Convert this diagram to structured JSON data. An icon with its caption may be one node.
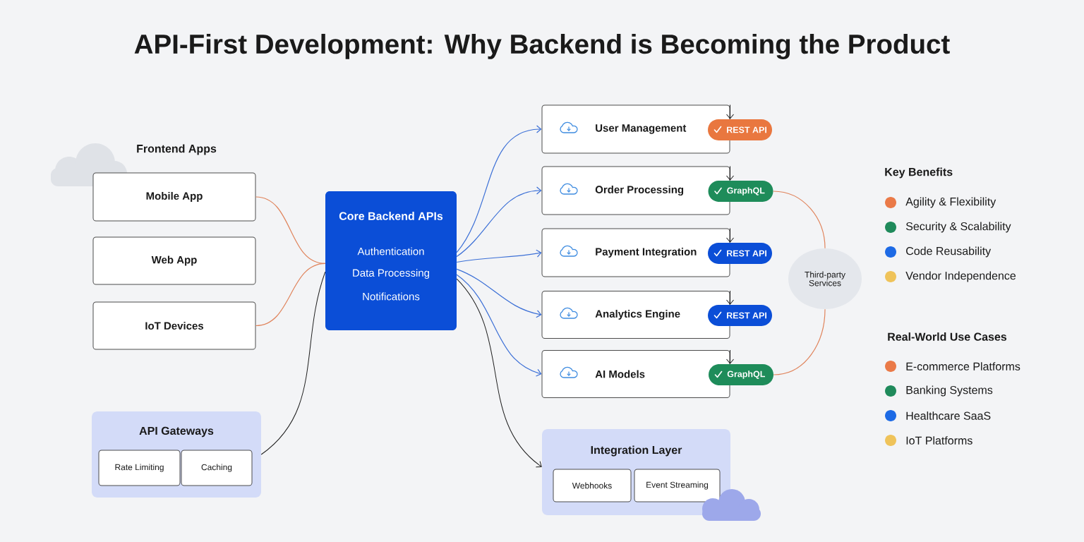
{
  "diagram": {
    "title": "API-First Development: Why Backend is Becoming the Product",
    "nodes": [
      {
        "text": [
          "Mobile App"
        ]
      },
      {
        "text": [
          "Web App"
        ]
      },
      {
        "text": [
          "IoT Devices"
        ]
      },
      {
        "text": [
          "API Gateways"
        ]
      },
      {
        "text": [
          "Rate Limiting"
        ],
        "in": 3
      },
      {
        "text": [
          "Caching"
        ],
        "in": 3
      },
      {
        "text": [
          "Core Backend APIs",
          "Authentication",
          "Data Processing",
          "Notifications"
        ]
      },
      {
        "text": [
          "User Management"
        ]
      },
      {
        "text": [
          "REST API"
        ]
      },
      {
        "text": [
          "Order Processing"
        ]
      },
      {
        "text": [
          "GraphQL"
        ]
      },
      {
        "text": [
          "Payment Integration"
        ]
      },
      {
        "text": [
          "REST API"
        ]
      },
      {
        "text": [
          "Analytics Engine"
        ]
      },
      {
        "text": [
          "REST API"
        ]
      },
      {
        "text": [
          "AI Models"
        ]
      },
      {
        "text": [
          "GraphQL"
        ]
      },
      {
        "text": [
          "Integration Layer"
        ]
      },
      {
        "text": [
          "Webhooks"
        ],
        "in": 17
      },
      {
        "text": [
          "Event Streaming"
        ],
        "in": 17
      },
      {
        "text": [
          "Third-party Services"
        ]
      }
    ],
    "edges": [
      {
        "from": 0,
        "to": 6,
        "arrow": "none",
        "color": "#e0845c"
      },
      {
        "from": 2,
        "to": 6,
        "arrow": "none",
        "color": "#e0845c"
      },
      {
        "from": 3,
        "to": 6,
        "arrow": "none"
      },
      {
        "from": 6,
        "to": 7,
        "arrow": "to",
        "color": "#3b6fd6"
      },
      {
        "from": 6,
        "to": 9,
        "arrow": "to",
        "color": "#3b6fd6"
      },
      {
        "from": 6,
        "to": 11,
        "arrow": "to",
        "color": "#3b6fd6"
      },
      {
        "from": 6,
        "to": 13,
        "arrow": "to",
        "color": "#3b6fd6"
      },
      {
        "from": 6,
        "to": 15,
        "arrow": "to",
        "color": "#3b6fd6"
      },
      {
        "from": 6,
        "to": 17,
        "arrow": "to"
      },
      {
        "from": 7,
        "to": 8,
        "arrow": "to"
      },
      {
        "from": 9,
        "to": 10,
        "arrow": "to"
      },
      {
        "from": 11,
        "to": 12,
        "arrow": "to"
      },
      {
        "from": 13,
        "to": 14,
        "arrow": "to"
      },
      {
        "from": 15,
        "to": 16,
        "arrow": "to"
      },
      {
        "from": 10,
        "to": 20,
        "arrow": "none",
        "color": "#e0845c"
      },
      {
        "from": 16,
        "to": 20,
        "arrow": "none",
        "color": "#e0845c"
      }
    ],
    "labels": [
      "Frontend Apps",
      "Key Benefits",
      "Real-World Use Cases"
    ],
    "legend": [
      {
        "text": "Agility & Flexibility",
        "color": "#ea7a48"
      },
      {
        "text": "Security & Scalability",
        "color": "#1f8a5b"
      },
      {
        "text": "Code Reusability",
        "color": "#1d6ae5"
      },
      {
        "text": "Vendor Independence",
        "color": "#efc35a"
      },
      {
        "text": "E-commerce Platforms",
        "color": "#ea7a48"
      },
      {
        "text": "Banking Systems",
        "color": "#1f8a5b"
      },
      {
        "text": "Healthcare SaaS",
        "color": "#1d6ae5"
      },
      {
        "text": "IoT Platforms",
        "color": "#efc35a"
      }
    ]
  }
}
